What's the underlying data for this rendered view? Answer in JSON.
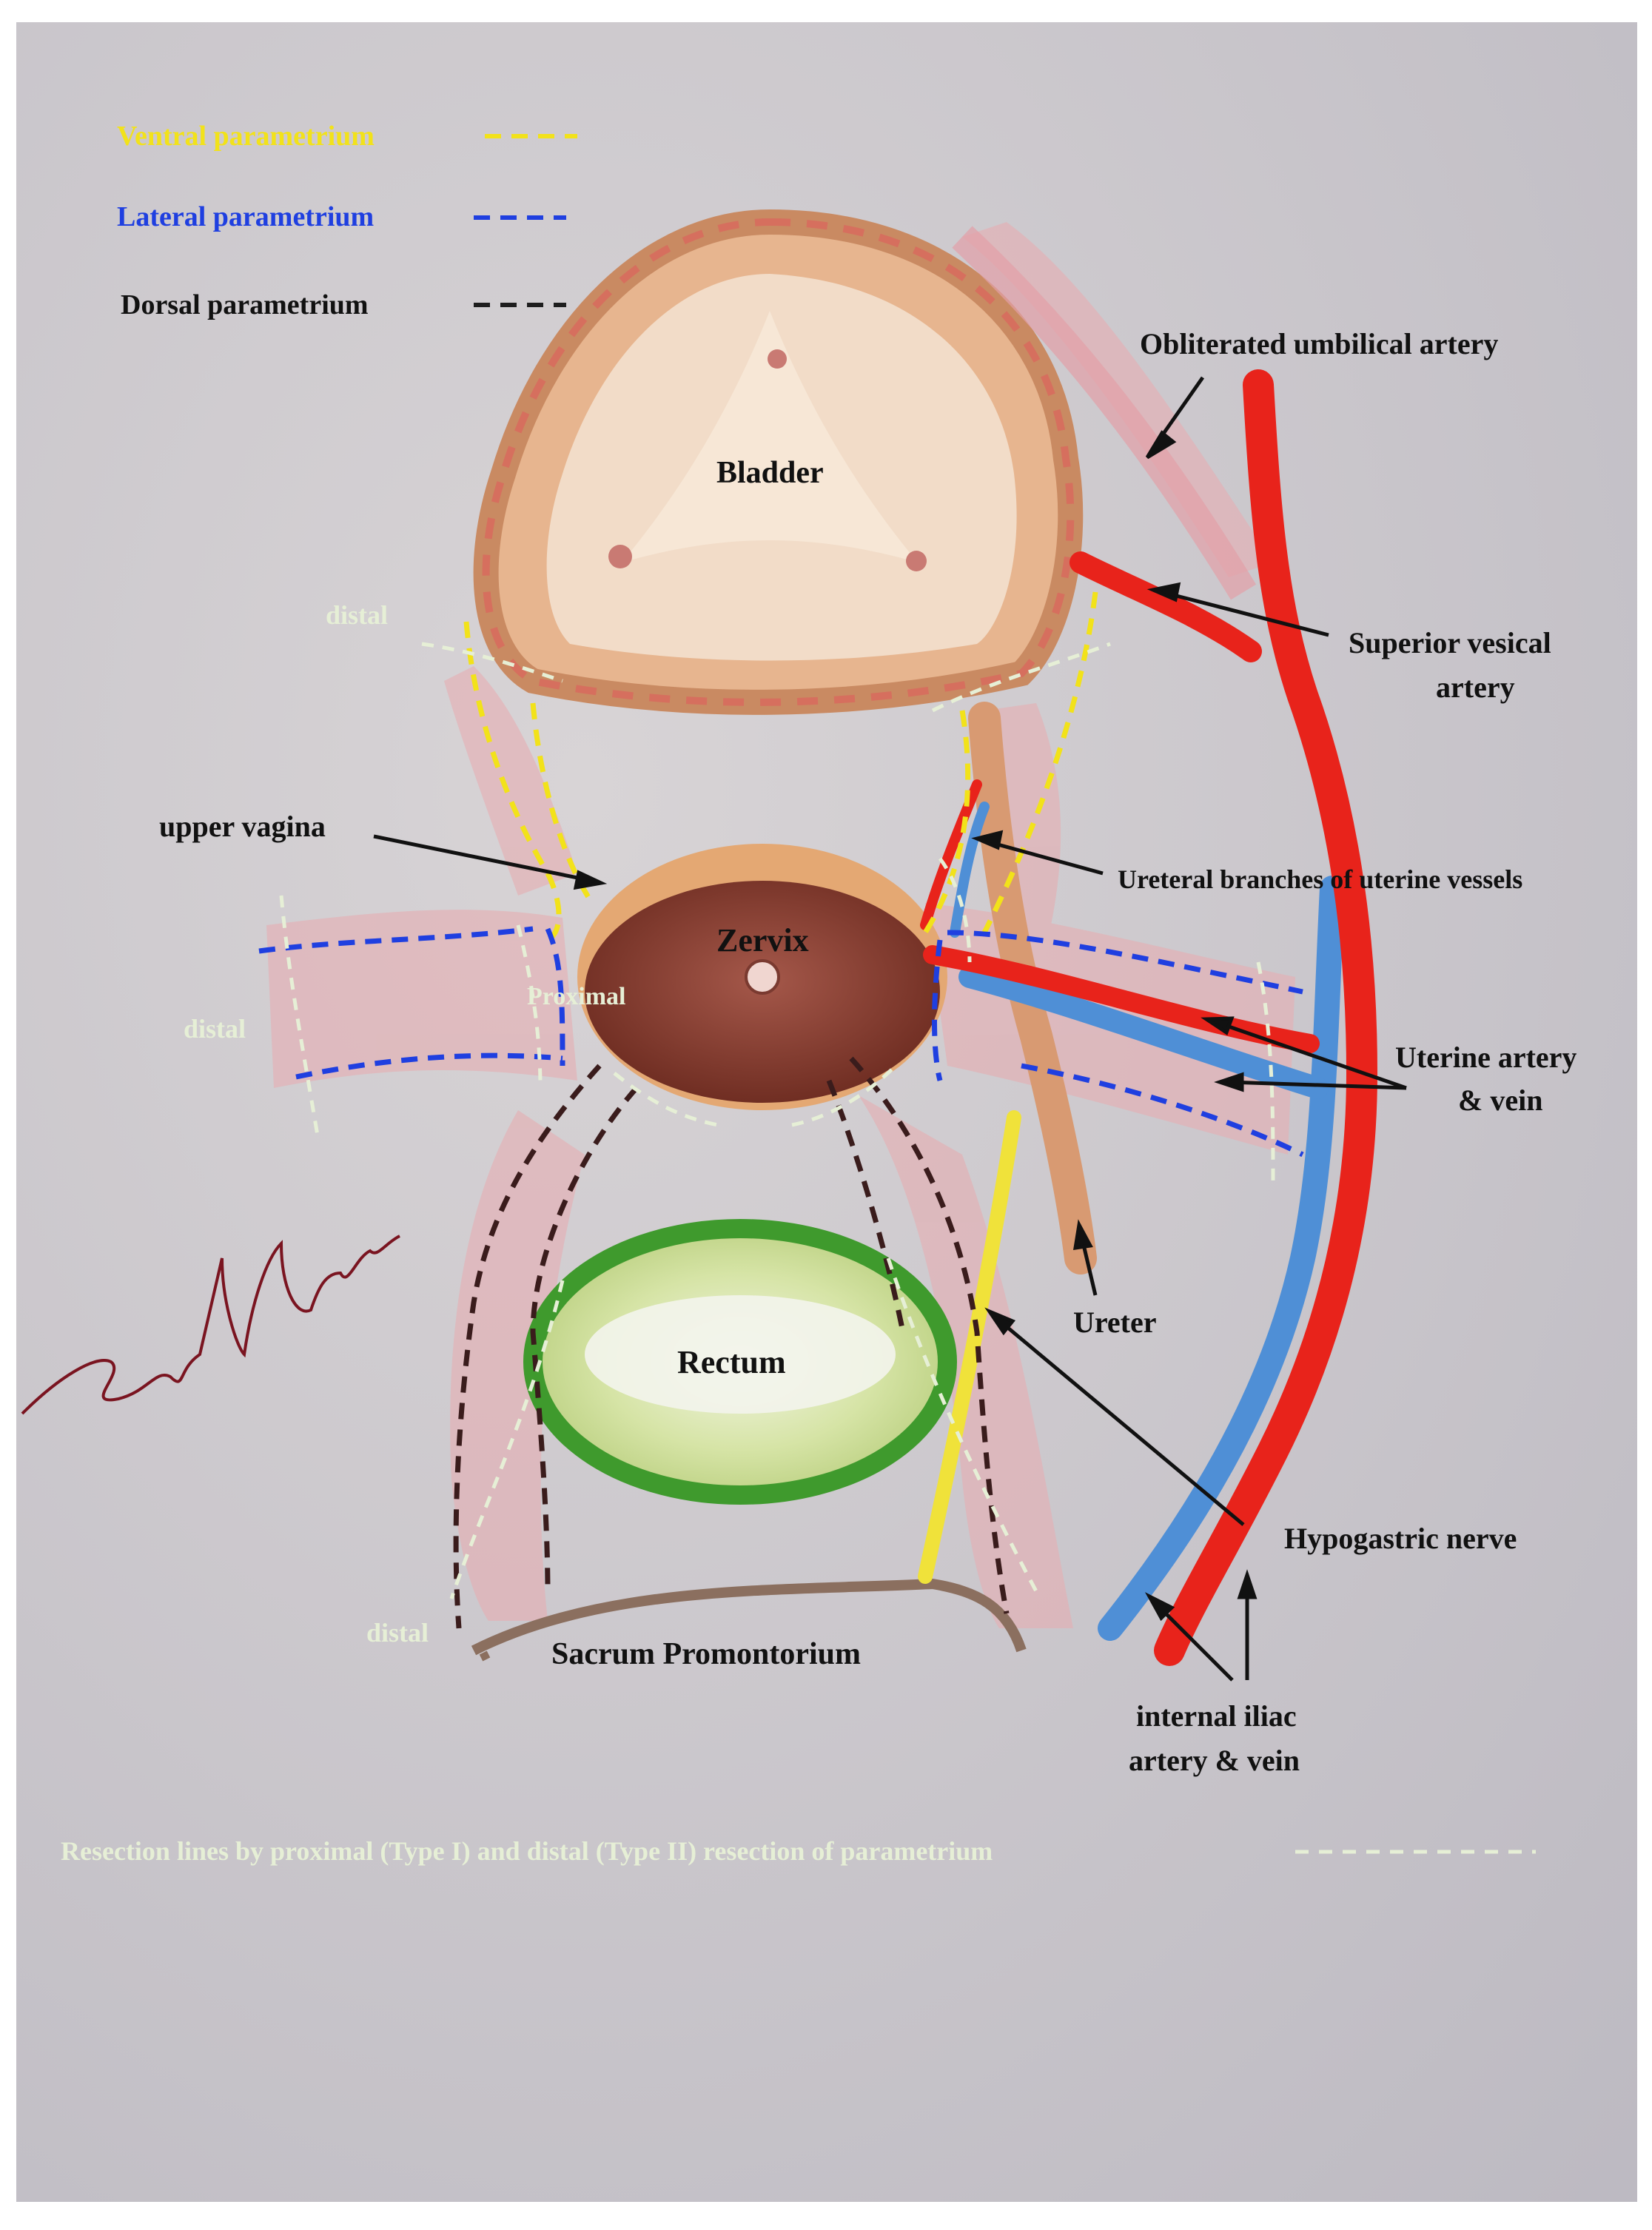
{
  "legend": {
    "ventral": {
      "label": "Ventral parametrium",
      "color": "#f2e21a"
    },
    "lateral": {
      "label": "Lateral parametrium",
      "color": "#1f3fe0"
    },
    "dorsal": {
      "label": "Dorsal parametrium",
      "color": "#1e1e1e"
    }
  },
  "resection_note": "Resection lines by proximal (Type I) and distal (Type II) resection of parametrium",
  "labels": {
    "bladder": "Bladder",
    "zervix": "Zervix",
    "rectum": "Rectum",
    "sacrum": "Sacrum Promontorium",
    "upper_vagina": "upper vagina",
    "proximal": "Proximal",
    "distal_top": "distal",
    "distal_left": "distal",
    "distal_bottom": "distal",
    "obliterated_umbilical": "Obliterated umbilical artery",
    "superior_vesical_1": "Superior vesical",
    "superior_vesical_2": "artery",
    "ureteral_branches": "Ureteral branches of uterine vessels",
    "uterine_1": "Uterine artery",
    "uterine_2": "& vein",
    "ureter": "Ureter",
    "hypogastric": "Hypogastric nerve",
    "iliac_1": "internal iliac",
    "iliac_2": "artery & vein"
  },
  "colors": {
    "paper": "#c9c6cb",
    "artery": "#e8231b",
    "vein": "#4f8fd6",
    "nerve": "#f0e23a",
    "resection": "#e6efd6",
    "bladder": "#e7b58f",
    "cervix": "#7e3526",
    "rectum": "#57a83a",
    "signature": "#7a1420"
  }
}
